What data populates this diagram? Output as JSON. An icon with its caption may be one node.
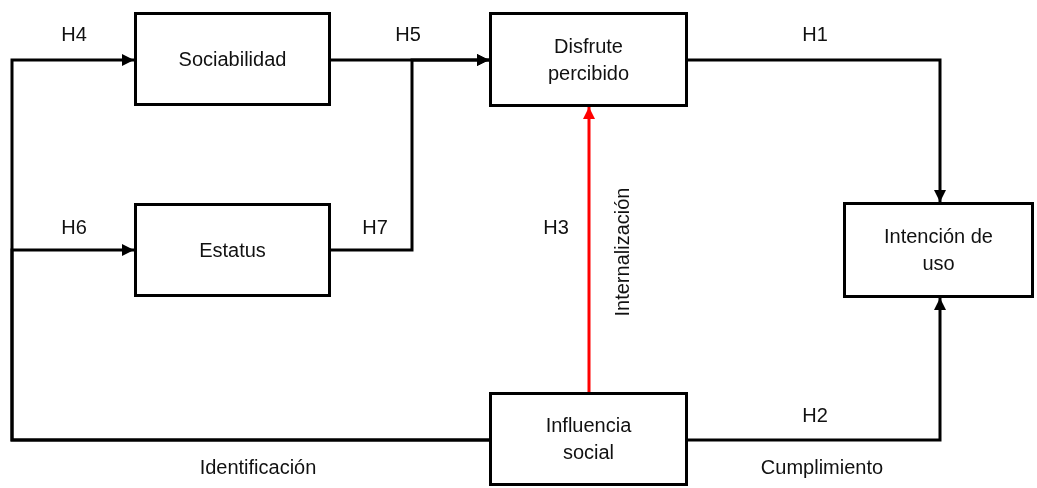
{
  "diagram": {
    "nodes": [
      {
        "text": [
          "Sociabilidad"
        ]
      },
      {
        "text": [
          "Disfrute percibido"
        ]
      },
      {
        "text": [
          "Estatus"
        ]
      },
      {
        "text": [
          "Intención de uso"
        ]
      },
      {
        "text": [
          "Influencia social"
        ]
      }
    ],
    "edges": [
      {
        "from": 4,
        "to": 0,
        "arrow": "to",
        "label": "H4"
      },
      {
        "from": 4,
        "to": 2,
        "arrow": "to",
        "label": "H6"
      },
      {
        "from": 0,
        "to": 1,
        "arrow": "to",
        "label": "H5"
      },
      {
        "from": 2,
        "to": 1,
        "arrow": "to",
        "label": "H7"
      },
      {
        "from": 1,
        "to": 3,
        "arrow": "to",
        "label": "H1"
      },
      {
        "from": 4,
        "to": 1,
        "arrow": "to",
        "label": "H3",
        "color": "#ff0000"
      },
      {
        "from": 4,
        "to": 3,
        "arrow": "to",
        "label": "H2"
      }
    ],
    "labels": [
      "Identificación",
      "Internalización",
      "Cumplimiento"
    ]
  }
}
